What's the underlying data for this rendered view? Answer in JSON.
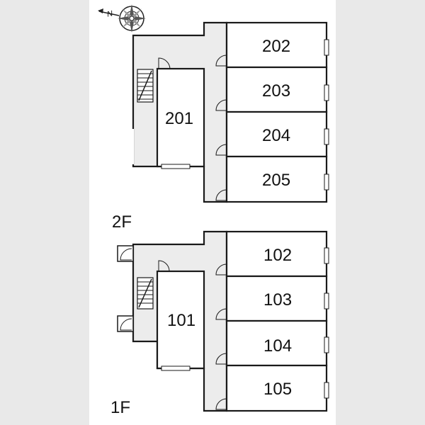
{
  "compass": {
    "north_label": "N"
  },
  "floors": [
    {
      "label": "2F",
      "rooms": {
        "201": "201",
        "202": "202",
        "203": "203",
        "204": "204",
        "205": "205"
      }
    },
    {
      "label": "1F",
      "rooms": {
        "101": "101",
        "102": "102",
        "103": "103",
        "104": "104",
        "105": "105"
      }
    }
  ]
}
